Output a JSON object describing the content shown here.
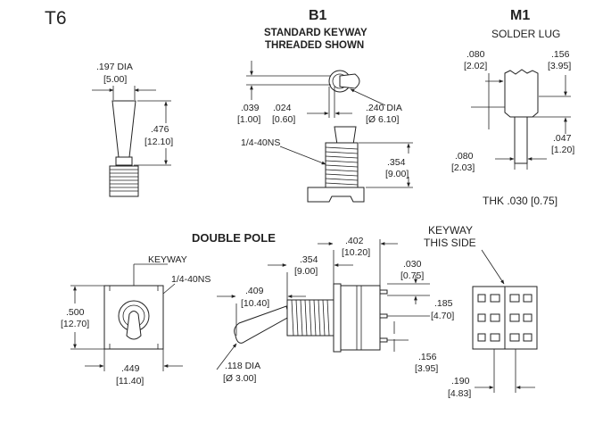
{
  "titles": {
    "t6": "T6",
    "b1": "B1",
    "b1_sub1": "STANDARD KEYWAY",
    "b1_sub2": "THREADED SHOWN",
    "m1": "M1",
    "m1_sub": "SOLDER LUG",
    "double_pole": "DOUBLE POLE",
    "keyway_this_side_1": "KEYWAY",
    "keyway_this_side_2": "THIS SIDE"
  },
  "t6_dims": {
    "dia_in": ".197 DIA",
    "dia_mm": "[5.00]",
    "len_in": ".476",
    "len_mm": "[12.10]"
  },
  "b1_dims": {
    "d039_in": ".039",
    "d039_mm": "[1.00]",
    "d024_in": ".024",
    "d024_mm": "[0.60]",
    "d240_in": ".240 DIA",
    "d240_mm": "[Ø 6.10]",
    "thread": "1/4-40NS",
    "d354_in": ".354",
    "d354_mm": "[9.00]"
  },
  "m1_dims": {
    "d080a_in": ".080",
    "d080a_mm": "[2.02]",
    "d156_in": ".156",
    "d156_mm": "[3.95]",
    "d047_in": ".047",
    "d047_mm": "[1.20]",
    "d080b_in": ".080",
    "d080b_mm": "[2.03]",
    "thk": "THK .030 [0.75]"
  },
  "double_pole_dims": {
    "keyway": "KEYWAY",
    "thread": "1/4-40NS",
    "d500_in": ".500",
    "d500_mm": "[12.70]",
    "d449_in": ".449",
    "d449_mm": "[11.40]",
    "d409_in": ".409",
    "d409_mm": "[10.40]",
    "d118_in": ".118 DIA",
    "d118_mm": "[Ø 3.00]",
    "d354_in": ".354",
    "d354_mm": "[9.00]",
    "d402_in": ".402",
    "d402_mm": "[10.20]",
    "d030_in": ".030",
    "d030_mm": "[0.75]",
    "d185_in": ".185",
    "d185_mm": "[4.70]",
    "d156_in": ".156",
    "d156_mm": "[3.95]",
    "d190_in": ".190",
    "d190_mm": "[4.83]"
  }
}
